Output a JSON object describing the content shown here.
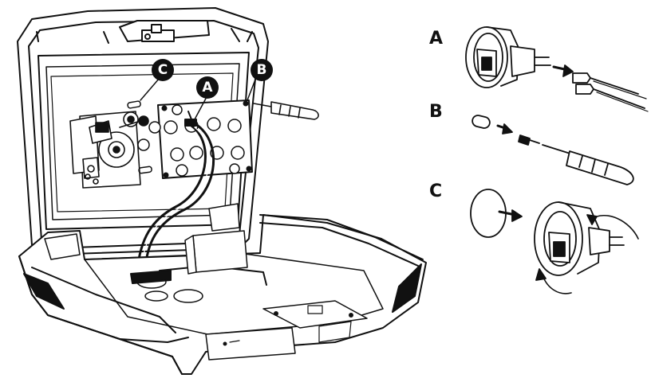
{
  "callouts": {
    "a": "A",
    "b": "B",
    "c": "C"
  },
  "steps": {
    "a": "A",
    "b": "B",
    "c": "C"
  },
  "colors": {
    "line": "#111111",
    "paper": "#ffffff",
    "accent_gray": "#e8e8e8"
  }
}
